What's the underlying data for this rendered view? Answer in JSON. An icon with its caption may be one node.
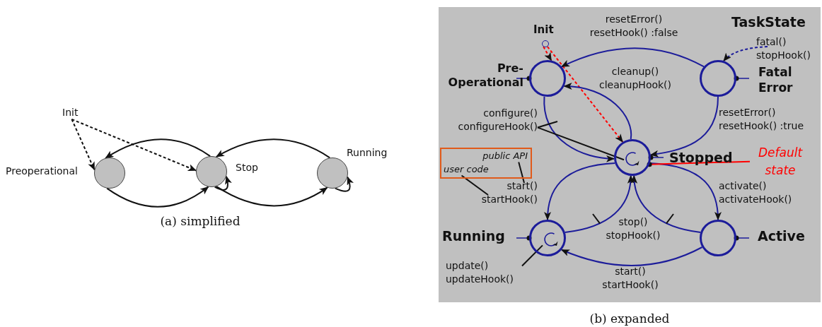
{
  "diagram": {
    "nodes": [
      {
        "text": [
          "Init"
        ]
      },
      {
        "text": [],
        "shape": "circle",
        "beside": [
          "Preoperational"
        ]
      },
      {
        "text": [],
        "shape": "circle",
        "beside": [
          "Stop"
        ]
      },
      {
        "text": [],
        "shape": "circle",
        "beside": [
          "Running"
        ]
      },
      {
        "text": [
          "TaskState"
        ]
      },
      {
        "text": [],
        "shape": "circle",
        "beside": [
          "Init"
        ],
        "in": 4
      },
      {
        "text": [],
        "shape": "circle",
        "beside": [
          "Pre-Operational"
        ],
        "in": 4
      },
      {
        "text": [],
        "shape": "circle",
        "beside": [
          "Fatal Error"
        ],
        "in": 4
      },
      {
        "text": [],
        "shape": "circle",
        "beside": [
          "Stopped"
        ],
        "in": 4
      },
      {
        "text": [],
        "shape": "arrow",
        "in": 8
      },
      {
        "text": [
          "Default state"
        ],
        "in": 4
      },
      {
        "text": [
          "public API",
          "user code"
        ],
        "in": 4
      },
      {
        "text": [
          "configure() configureHook()"
        ],
        "in": 4
      },
      {
        "text": [
          "stop() stopHook()"
        ],
        "in": 4
      },
      {
        "text": [],
        "shape": "circle",
        "beside": [
          "Running"
        ],
        "in": 4
      },
      {
        "text": [],
        "shape": "arrow",
        "in": 14
      },
      {
        "text": [],
        "shape": "circle",
        "beside": [
          "Active"
        ],
        "in": 4
      },
      {
        "text": [
          "update() updateHook()"
        ],
        "in": 4
      }
    ],
    "edges": [
      {
        "from": 0,
        "to": 1,
        "arrow": "to",
        "style": "dashed"
      },
      {
        "from": 0,
        "to": 2,
        "arrow": "to",
        "style": "dashed"
      },
      {
        "from": 2,
        "to": 1,
        "arrow": "to"
      },
      {
        "from": 1,
        "to": 2,
        "arrow": "to"
      },
      {
        "from": 2,
        "to": 2,
        "arrow": "to"
      },
      {
        "from": 3,
        "to": 2,
        "arrow": "to"
      },
      {
        "from": 2,
        "to": 3,
        "arrow": "to"
      },
      {
        "from": 3,
        "to": 3,
        "arrow": "to"
      },
      {
        "from": 5,
        "to": 6,
        "arrow": "to",
        "style": "dashed",
        "color": "#ff0000"
      },
      {
        "from": 5,
        "to": 8,
        "arrow": "to",
        "style": "dashed",
        "color": "#ff0000"
      },
      {
        "from": 7,
        "to": 6,
        "arrow": "to",
        "label": "resetError() resetHook() :false",
        "color": "#1c1c9a"
      },
      {
        "from": 8,
        "to": 6,
        "arrow": "to",
        "label": "cleanup() cleanupHook()",
        "color": "#1c1c9a"
      },
      {
        "from": 6,
        "to": 8,
        "arrow": "to",
        "color": "#1c1c9a"
      },
      {
        "from": 7,
        "to": 8,
        "arrow": "to",
        "label": "resetError() resetHook() :true",
        "color": "#1c1c9a"
      },
      {
        "from": null,
        "to": 7,
        "arrow": "to",
        "label": "fatal() stopHook()",
        "style": "dashed",
        "color": "#1c1c9a"
      },
      {
        "from": 8,
        "to": 14,
        "arrow": "to",
        "label": "start() startHook()",
        "color": "#1c1c9a"
      },
      {
        "from": 14,
        "to": 8,
        "arrow": "to",
        "color": "#1c1c9a"
      },
      {
        "from": 16,
        "to": 8,
        "arrow": "to",
        "color": "#1c1c9a"
      },
      {
        "from": 8,
        "to": 16,
        "arrow": "to",
        "label": "activate() activateHook()",
        "color": "#1c1c9a"
      },
      {
        "from": 16,
        "to": 14,
        "arrow": "to",
        "label": "start() startHook()",
        "color": "#1c1c9a"
      },
      {
        "from": 10,
        "to": 8,
        "arrow": "other",
        "color": "#ff0000"
      },
      {
        "from": 11,
        "to": null,
        "arrow": "none"
      },
      {
        "from": 11,
        "to": null,
        "arrow": "none"
      },
      {
        "from": 12,
        "to": null,
        "arrow": "none"
      },
      {
        "from": 12,
        "to": 9,
        "arrow": "none"
      },
      {
        "from": 13,
        "to": null,
        "arrow": "none"
      },
      {
        "from": 13,
        "to": null,
        "arrow": "none"
      },
      {
        "from": 17,
        "to": 15,
        "arrow": "none"
      }
    ],
    "labels": [
      "(a) simplified",
      "(b) expanded"
    ]
  }
}
